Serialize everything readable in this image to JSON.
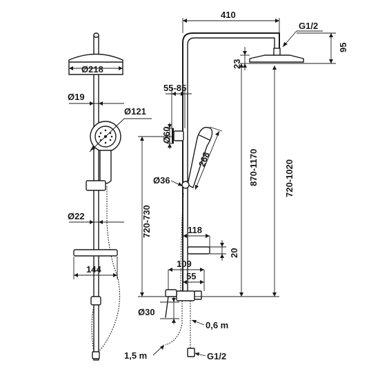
{
  "labels": {
    "d218": "Ø218",
    "d19": "Ø19",
    "d121": "Ø121",
    "d22": "Ø22",
    "w144": "144",
    "h720_730": "720-730",
    "w410": "410",
    "g12_top": "G1/2",
    "h95": "95",
    "h23": "23",
    "w55_85": "55-85",
    "d60": "Ø60",
    "l268": "268",
    "d36": "Ø36",
    "h870_1170": "870-1170",
    "h720_1020": "720-1020",
    "w118": "118",
    "h20": "20",
    "w109": "109",
    "w55": "55",
    "d30": "Ø30",
    "len06": "0,6 m",
    "len15": "1,5 m",
    "g12_bottom": "G1/2"
  }
}
